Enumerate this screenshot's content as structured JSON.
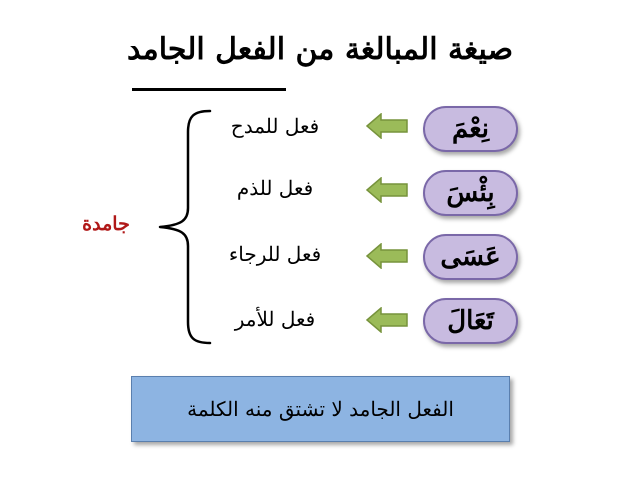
{
  "title": "صيغة المبالغة من الفعل الجامد",
  "verbs": [
    {
      "word": "نِعْمَ",
      "desc": "فعل للمدح"
    },
    {
      "word": "بِئْسَ",
      "desc": "فعل للذم"
    },
    {
      "word": "عَسَى",
      "desc": "فعل للرجاء"
    },
    {
      "word": "تَعَالَ",
      "desc": "فعل للأمر"
    }
  ],
  "group_label": "جامدة",
  "note": "الفعل الجامد لا تشتق منه الكلمة",
  "colors": {
    "pill_fill": "#c8bbe0",
    "pill_border": "#7a68a8",
    "arrow_fill": "#9bbb59",
    "arrow_stroke": "#77933c",
    "label_red": "#b01818",
    "box_fill": "#8db4e2"
  },
  "icons": {
    "arrow": "left-arrow-icon",
    "brace": "curly-brace"
  }
}
